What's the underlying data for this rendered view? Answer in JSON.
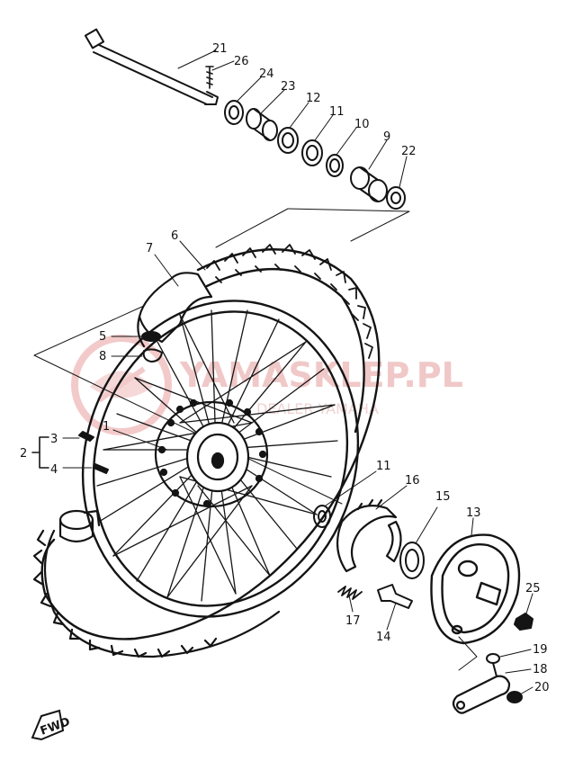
{
  "diagram": {
    "labels": [
      "21",
      "26",
      "24",
      "23",
      "12",
      "11",
      "10",
      "9",
      "22",
      "7",
      "6",
      "5",
      "8",
      "1",
      "3",
      "2",
      "4",
      "11",
      "16",
      "15",
      "13",
      "25",
      "17",
      "14",
      "19",
      "18",
      "20"
    ],
    "fwd_marker": "FWD",
    "watermark_main": "YAMASKLEP.PL",
    "watermark_sub": "DEALER YAMAHA"
  }
}
